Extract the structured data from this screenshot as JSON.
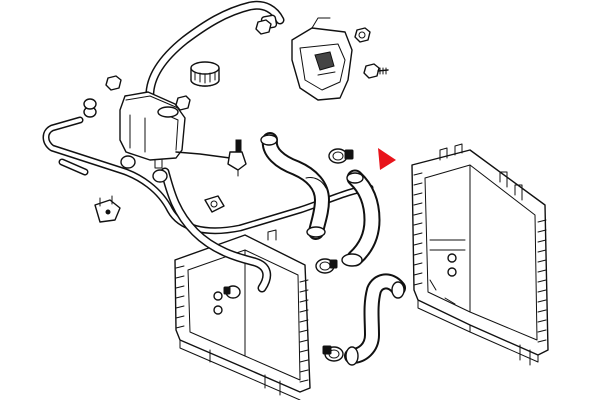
{
  "diagram": {
    "marker_color": "#e8141b",
    "line_color": "#111111",
    "background": "#ffffff",
    "parts": [
      {
        "name": "radiator-left",
        "kind": "radiator"
      },
      {
        "name": "radiator-right",
        "kind": "radiator"
      },
      {
        "name": "expansion-tank",
        "kind": "reservoir"
      },
      {
        "name": "tank-cap",
        "kind": "cap"
      },
      {
        "name": "fan-shroud-bracket",
        "kind": "bracket"
      },
      {
        "name": "upper-radiator-hose",
        "kind": "hose"
      },
      {
        "name": "lower-radiator-hose",
        "kind": "hose"
      },
      {
        "name": "overflow-hose",
        "kind": "hose"
      },
      {
        "name": "bleed-line",
        "kind": "pipe"
      },
      {
        "name": "hose-clamps",
        "kind": "clamp"
      },
      {
        "name": "mounting-bolts",
        "kind": "fastener"
      },
      {
        "name": "level-sensor",
        "kind": "sensor"
      }
    ]
  }
}
